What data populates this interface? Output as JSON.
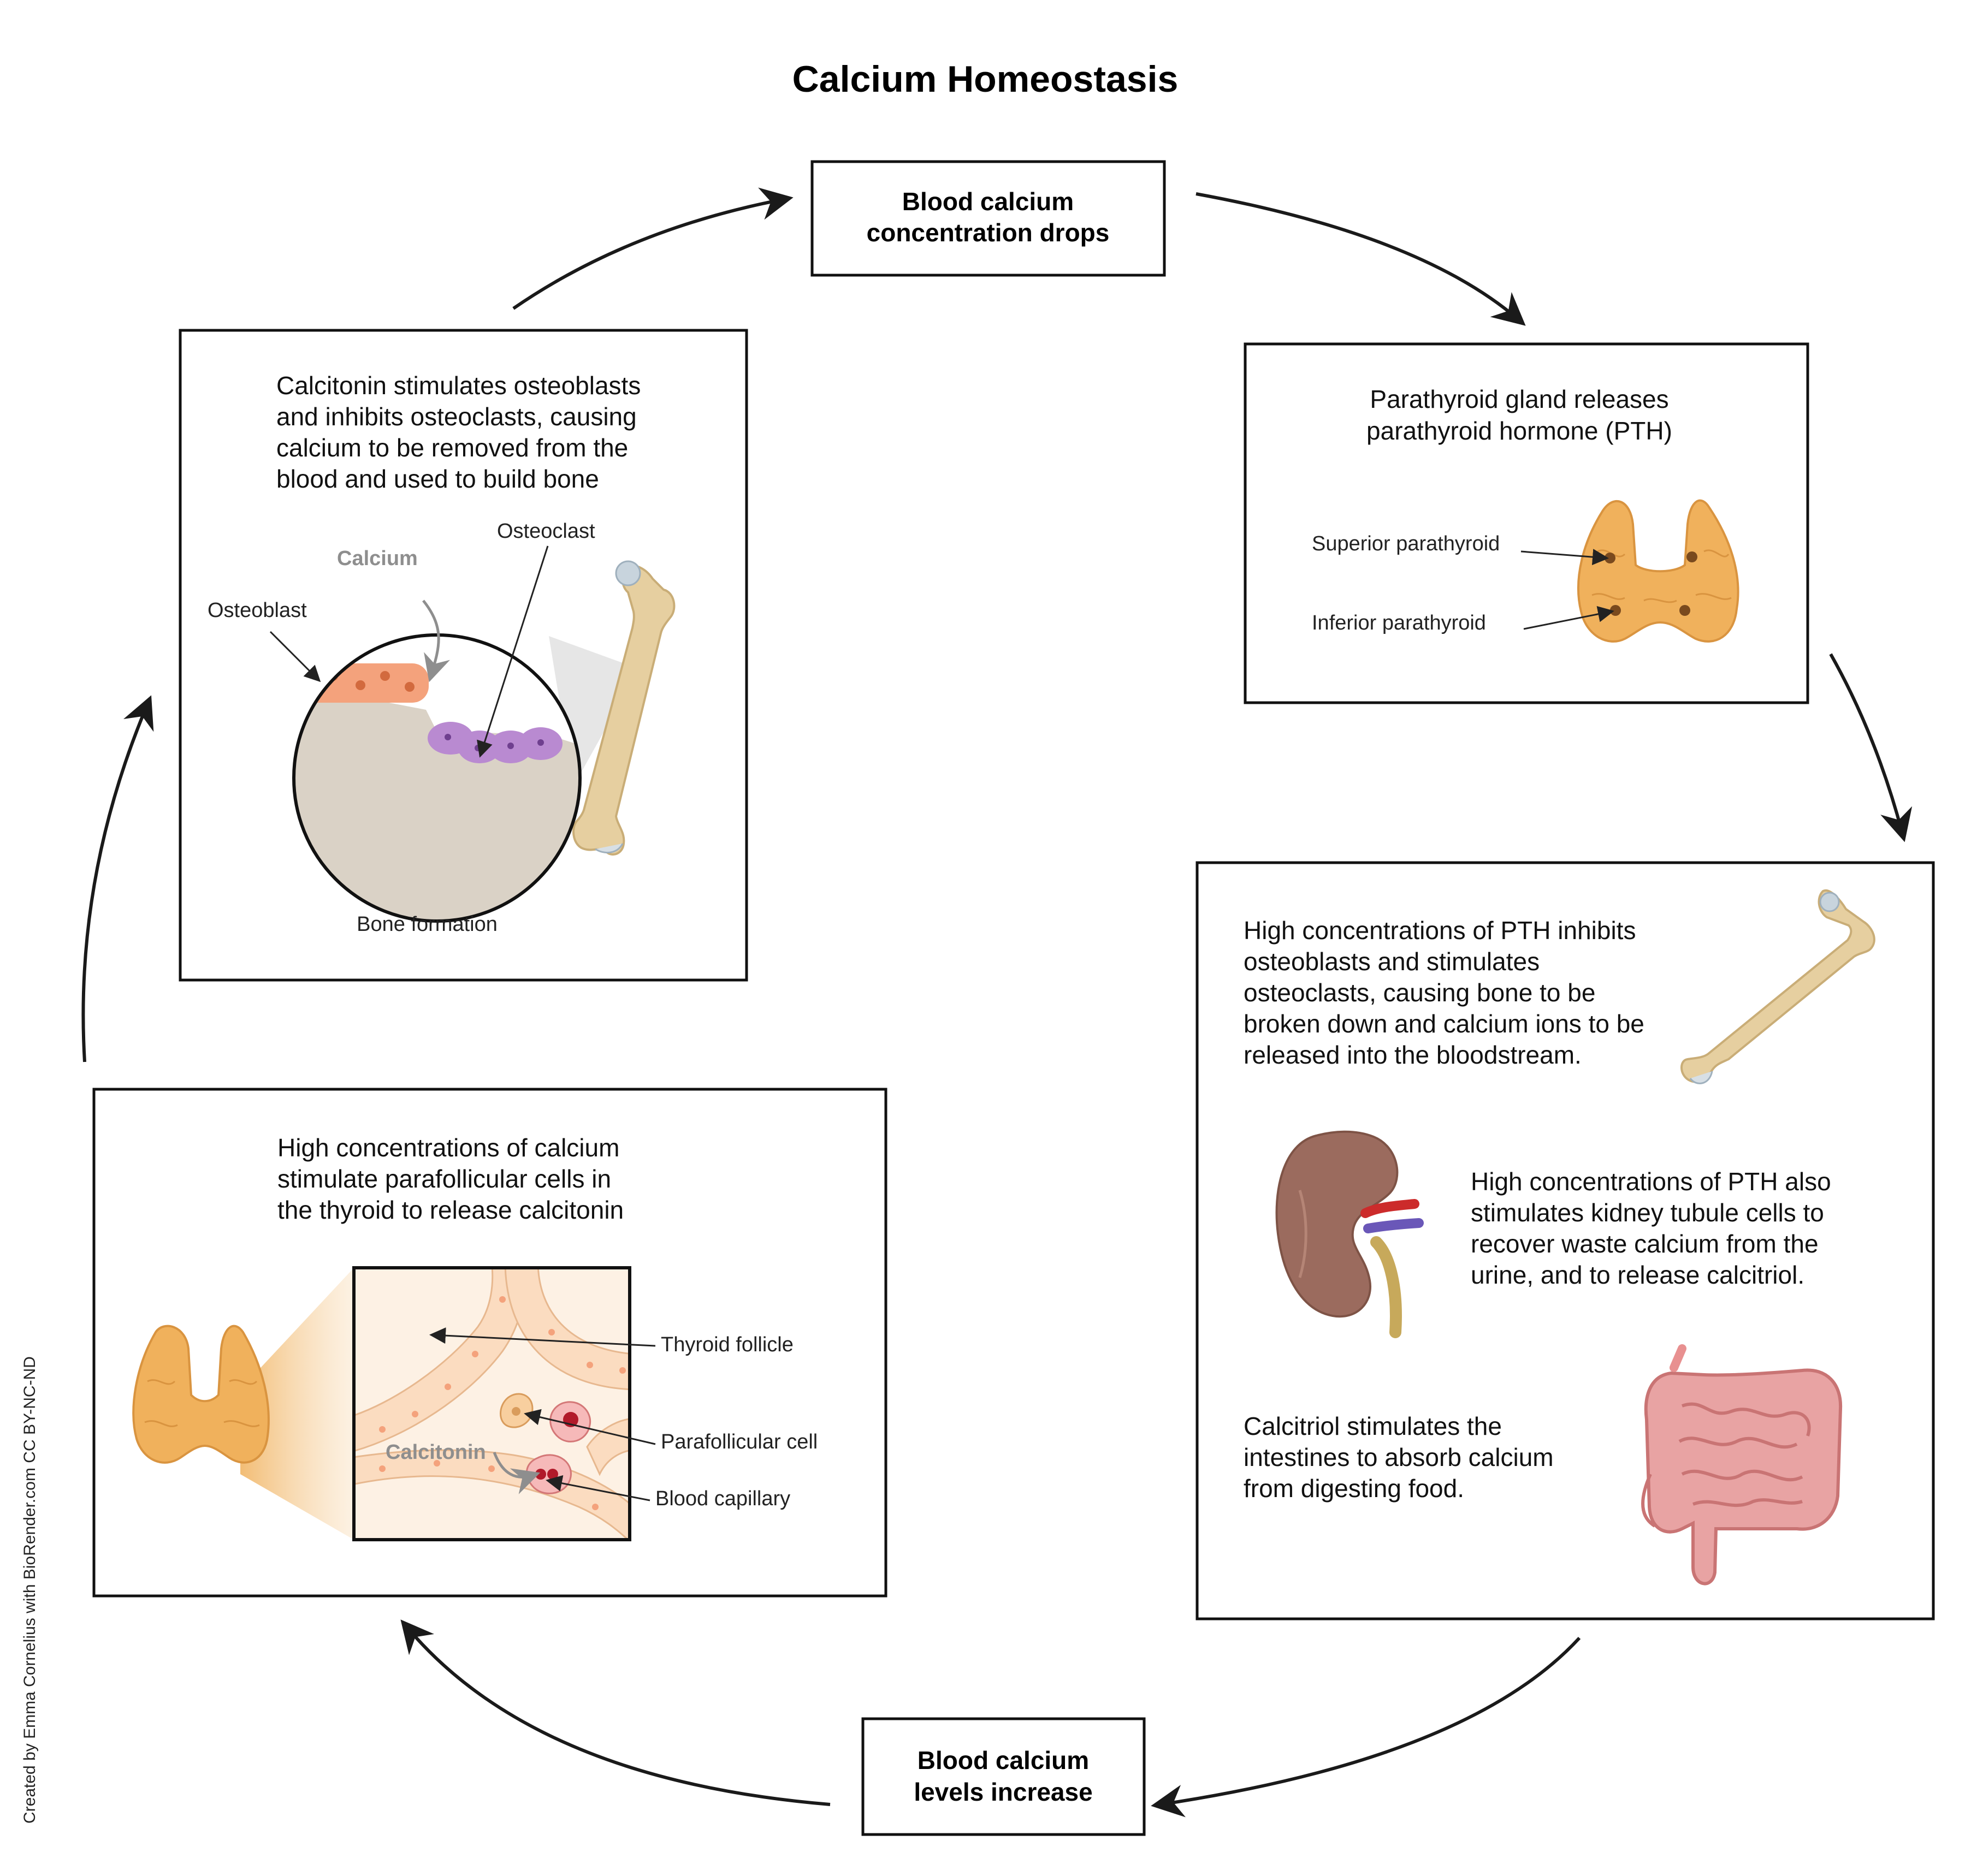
{
  "title": "Calcium Homeostasis",
  "nodes": {
    "top": [
      "Blood calcium",
      "concentration drops"
    ],
    "bottom": [
      "Blood calcium",
      "levels increase"
    ]
  },
  "parathyroid_box": {
    "text": [
      "Parathyroid gland releases",
      "parathyroid hormone (PTH)"
    ],
    "superior": "Superior parathyroid",
    "inferior": "Inferior parathyroid"
  },
  "pth_box": {
    "bone_text": [
      "High concentrations of PTH inhibits",
      "osteoblasts and stimulates",
      "osteoclasts, causing bone to be",
      "broken down and calcium ions to be",
      "released into the bloodstream."
    ],
    "kidney_text": [
      "High concentrations of PTH also",
      "stimulates kidney tubule cells to",
      "recover waste calcium from the",
      "urine, and to release calcitriol."
    ],
    "intestine_text": [
      "Calcitriol stimulates the",
      "intestines to absorb calcium",
      "from digesting food."
    ]
  },
  "calcitonin_box": {
    "text": [
      "Calcitonin stimulates osteoblasts",
      "and inhibits osteoclasts, causing",
      "calcium to be removed from the",
      "blood and used to build bone"
    ],
    "osteoclast": "Osteoclast",
    "calcium": "Calcium",
    "osteoblast": "Osteoblast",
    "caption": "Bone formation"
  },
  "thyroid_box": {
    "text": [
      "High concentrations of calcium",
      "stimulate parafollicular cells in",
      "the thyroid to release calcitonin"
    ],
    "follicle": "Thyroid follicle",
    "parafollicular": "Parafollicular cell",
    "capillary": "Blood capillary",
    "calcitonin": "Calcitonin"
  },
  "credit": "Created by Emma Cornelius with BioRender.com CC BY-NC-ND",
  "colors": {
    "thyroid": "#f0b15c",
    "bone": "#e6cfa0",
    "kidney": "#9b6b5e",
    "intestine": "#e8a3a3",
    "osteoblast": "#f4a27c",
    "osteoclast": "#b98ad1"
  }
}
